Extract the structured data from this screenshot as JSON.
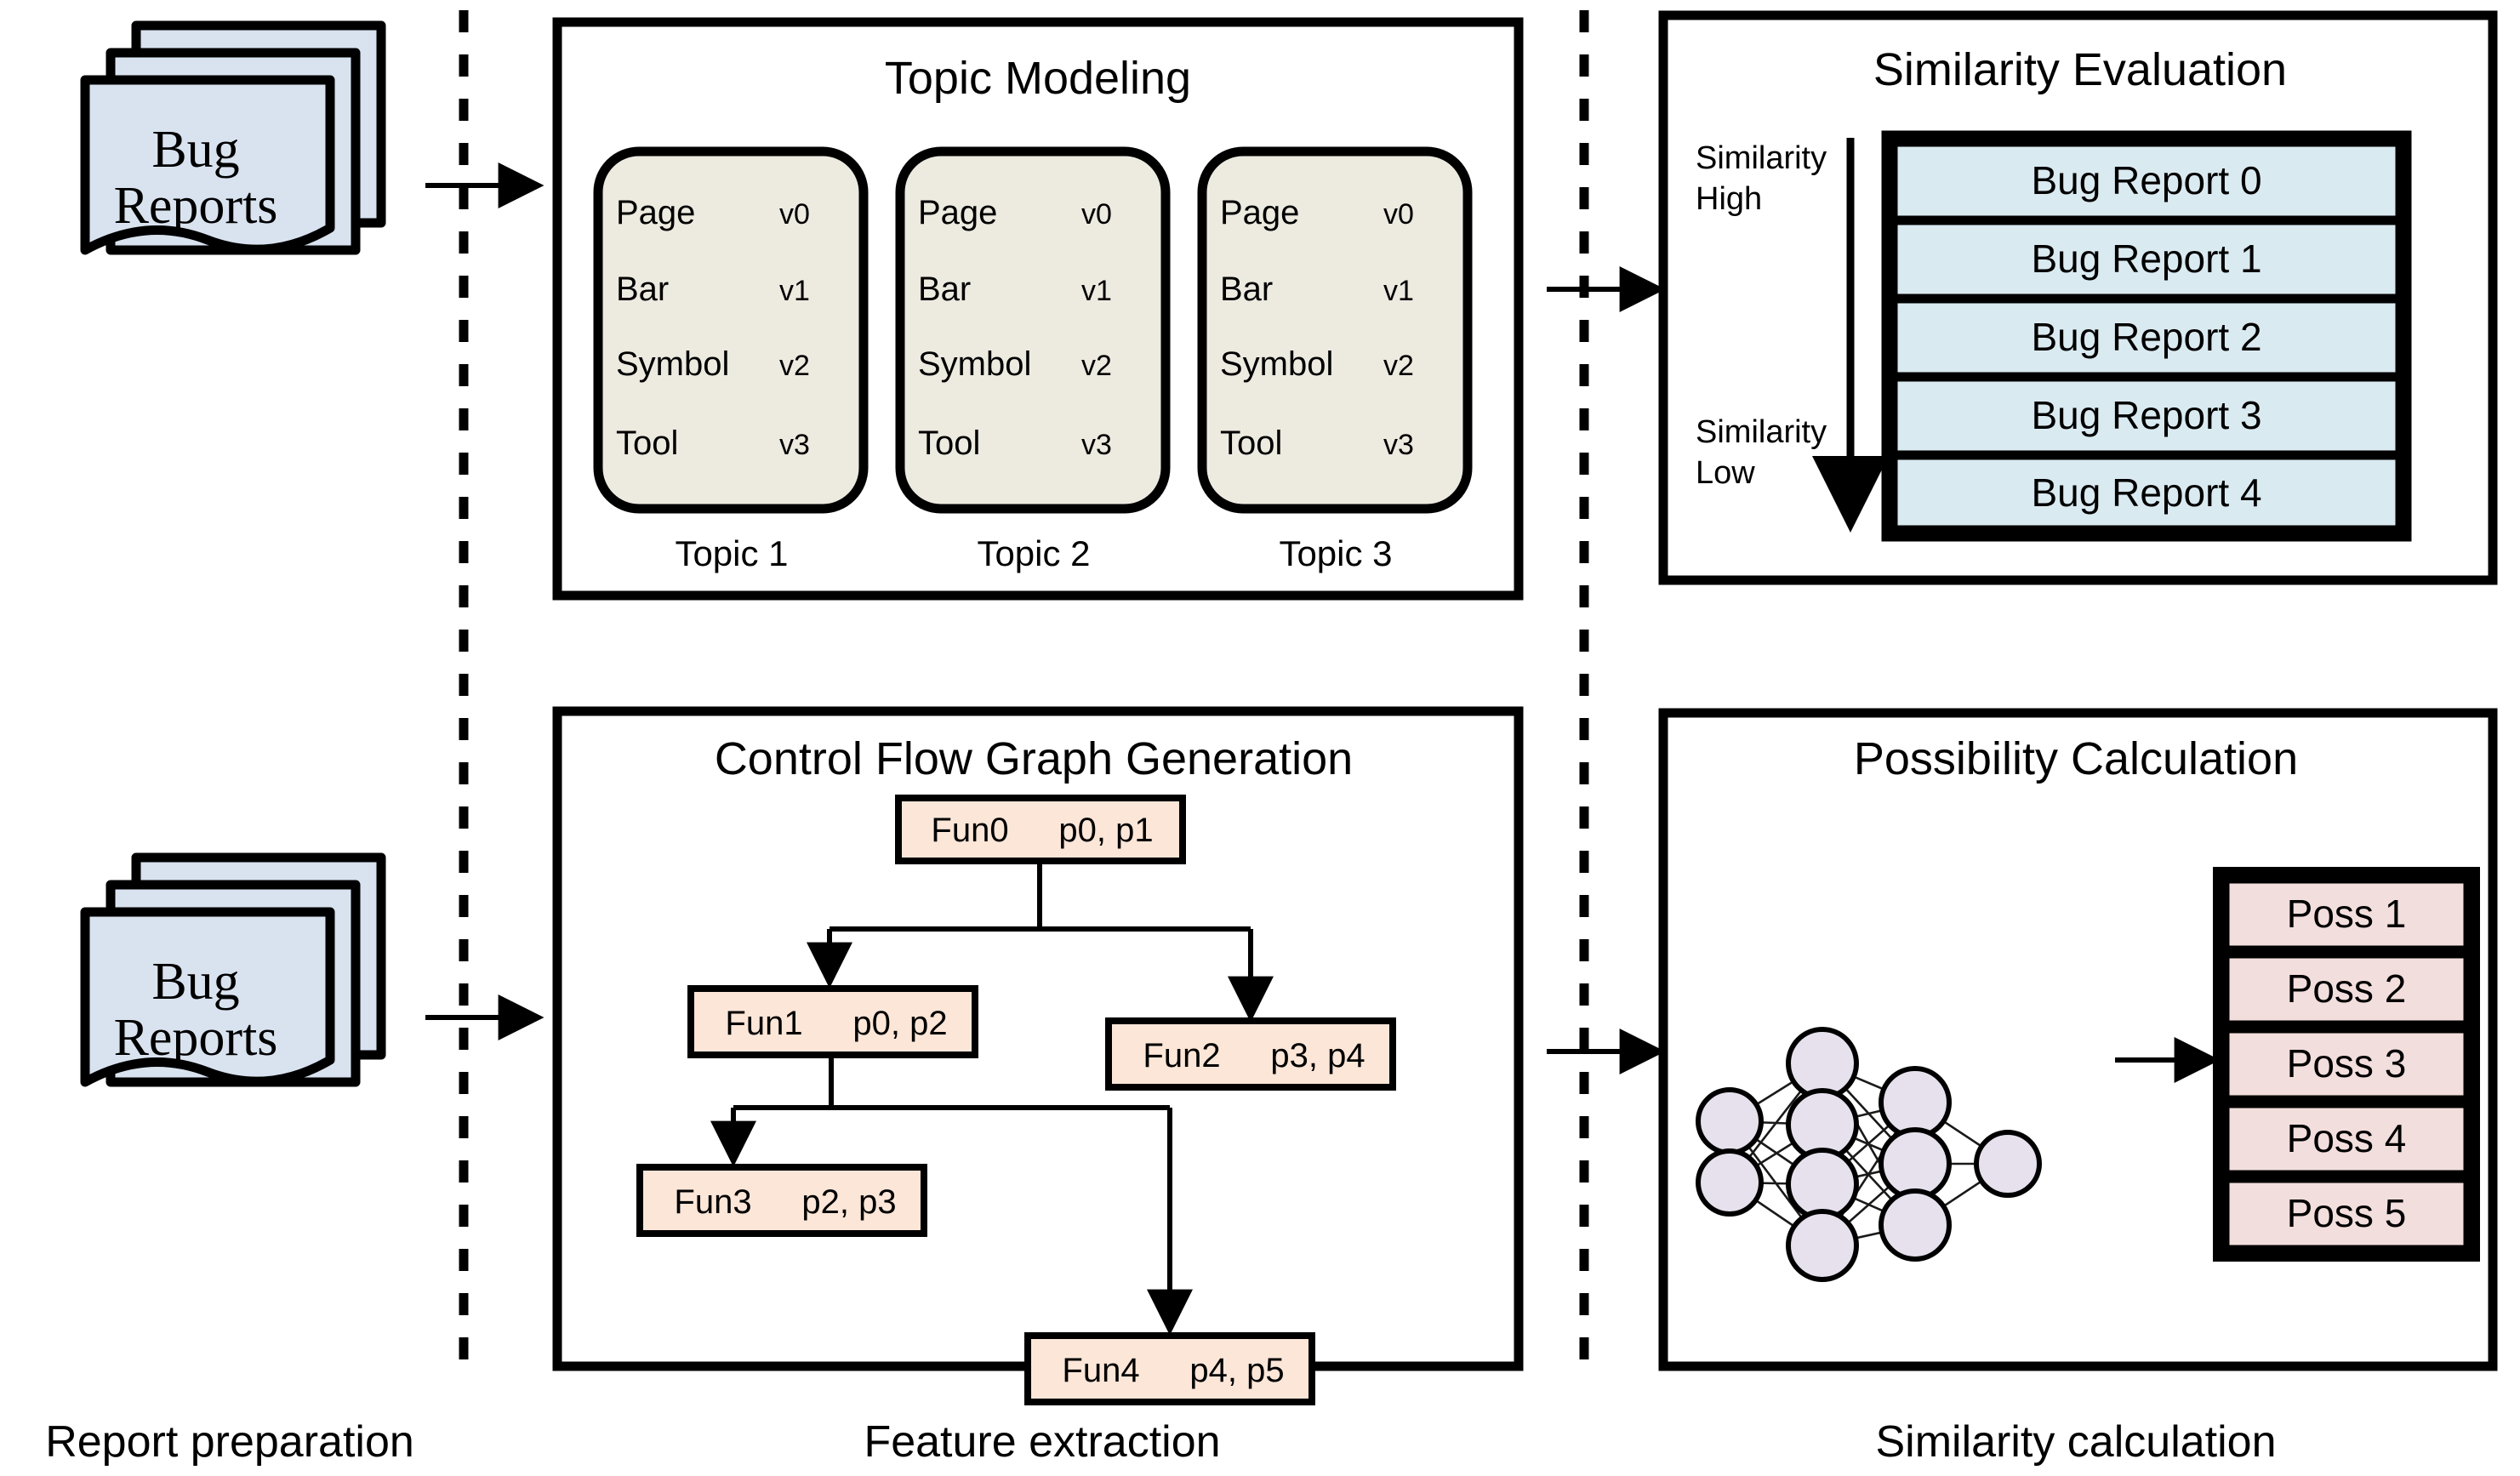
{
  "diagram": {
    "title_hidden": "",
    "stage_captions": [
      {
        "id": "report-preparation",
        "label": "Report preparation"
      },
      {
        "id": "feature-extraction",
        "label": "Feature extraction"
      },
      {
        "id": "similarity-calculation",
        "label": "Similarity calculation"
      }
    ],
    "inputs": [
      {
        "id": "bug-reports-top",
        "line1": "Bug",
        "line2": "Reports"
      },
      {
        "id": "bug-reports-bottom",
        "line1": "Bug",
        "line2": "Reports"
      }
    ],
    "panels": {
      "topic_modeling": {
        "title": "Topic Modeling",
        "cards": [
          {
            "caption": "Topic 1",
            "rows": [
              {
                "term": "Page",
                "weight": "v0"
              },
              {
                "term": "Bar",
                "weight": "v1"
              },
              {
                "term": "Symbol",
                "weight": "v2"
              },
              {
                "term": "Tool",
                "weight": "v3"
              }
            ]
          },
          {
            "caption": "Topic 2",
            "rows": [
              {
                "term": "Page",
                "weight": "v0"
              },
              {
                "term": "Bar",
                "weight": "v1"
              },
              {
                "term": "Symbol",
                "weight": "v2"
              },
              {
                "term": "Tool",
                "weight": "v3"
              }
            ]
          },
          {
            "caption": "Topic 3",
            "rows": [
              {
                "term": "Page",
                "weight": "v0"
              },
              {
                "term": "Bar",
                "weight": "v1"
              },
              {
                "term": "Symbol",
                "weight": "v2"
              },
              {
                "term": "Tool",
                "weight": "v3"
              }
            ]
          }
        ]
      },
      "similarity_evaluation": {
        "title": "Similarity Evaluation",
        "axis_top_line1": "Similarity",
        "axis_top_line2": "High",
        "axis_bottom_line1": "Similarity",
        "axis_bottom_line2": "Low",
        "rows": [
          "Bug Report 0",
          "Bug Report 1",
          "Bug Report 2",
          "Bug Report 3",
          "Bug Report 4"
        ]
      },
      "control_flow_graph": {
        "title": "Control Flow Graph Generation",
        "nodes": [
          {
            "id": "fun0",
            "name": "Fun0",
            "params": "p0, p1"
          },
          {
            "id": "fun1",
            "name": "Fun1",
            "params": "p0, p2"
          },
          {
            "id": "fun2",
            "name": "Fun2",
            "params": "p3, p4"
          },
          {
            "id": "fun3",
            "name": "Fun3",
            "params": "p2, p3"
          },
          {
            "id": "fun4",
            "name": "Fun4",
            "params": "p4, p5"
          }
        ],
        "edges": [
          {
            "from": "fun0",
            "to": "fun1"
          },
          {
            "from": "fun0",
            "to": "fun2"
          },
          {
            "from": "fun1",
            "to": "fun3"
          },
          {
            "from": "fun1",
            "to": "fun4"
          }
        ]
      },
      "possibility_calculation": {
        "title": "Possibility Calculation",
        "network_layers": [
          2,
          4,
          3,
          1
        ],
        "rows": [
          "Poss 1",
          "Poss 2",
          "Poss 3",
          "Poss 4",
          "Poss 5"
        ]
      }
    },
    "colors": {
      "topic_card": "#edeae0",
      "bug_report_row": "#daeaf1",
      "possibility_row": "#f2dedc",
      "function_node": "#fce6d8",
      "document": "#d9e3f0",
      "neuron": "#e7e1ed",
      "stroke": "#000000"
    }
  }
}
